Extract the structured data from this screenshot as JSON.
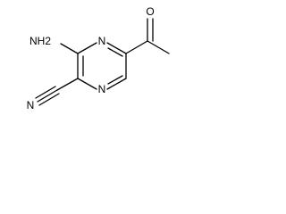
{
  "molecule": {
    "atoms": {
      "amine": "NH2",
      "ring_n_top": "N",
      "ring_n_bottom": "N",
      "carbonyl_o": "O",
      "nitrile_n": "N"
    },
    "line_color": "#000000",
    "background": "#ffffff"
  }
}
